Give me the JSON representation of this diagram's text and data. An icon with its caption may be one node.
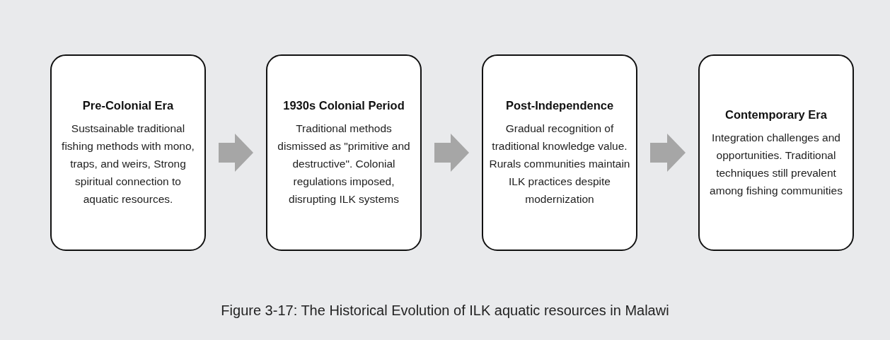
{
  "diagram": {
    "caption": "Figure 3-17: The Historical Evolution of ILK aquatic resources in Malawi",
    "nodes": [
      {
        "text": [
          "Pre-Colonial Era",
          "Sustsainable traditional fishing methods with mono, traps, and weirs, Strong spiritual connection to aquatic resources."
        ]
      },
      {
        "text": [
          "1930s Colonial Period",
          "Traditional methods dismissed as \"primitive and destructive\". Colonial regulations imposed, disrupting ILK systems"
        ]
      },
      {
        "text": [
          "Post-Independence",
          "Gradual recognition of traditional knowledge value. Rurals communities maintain ILK practices despite modernization"
        ]
      },
      {
        "text": [
          "Contemporary Era",
          "Integration challenges and opportunities. Traditional techniques still prevalent among fishing communities"
        ]
      }
    ],
    "edges": [
      {
        "from": 0,
        "to": 1,
        "arrow": "to"
      },
      {
        "from": 1,
        "to": 2,
        "arrow": "to"
      },
      {
        "from": 2,
        "to": 3,
        "arrow": "to"
      }
    ]
  }
}
